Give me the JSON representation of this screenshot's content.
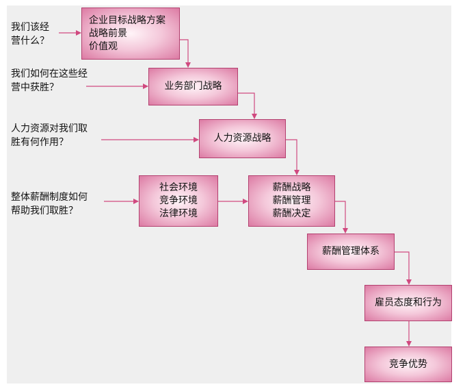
{
  "questions": {
    "q1": "我们该经\n营什么？",
    "q2": "我们如何在这些经\n营中获胜？",
    "q3": "人力资源对我们取\n胜有何作用？",
    "q4": "整体薪酬制度如何\n帮助我们取胜？"
  },
  "boxes": {
    "corporate": [
      "企业目标战略方案",
      "战略前景",
      "价值观"
    ],
    "business": "业务部门战略",
    "hr": "人力资源战略",
    "environment": [
      "社会环境",
      "竞争环境",
      "法律环境"
    ],
    "pay_strategy": [
      "薪酬战略",
      "薪酬管理",
      "薪酬决定"
    ],
    "pay_system": "薪酬管理体系",
    "employee": "雇员态度和行为",
    "advantage": "竞争优势"
  },
  "colors": {
    "arrow": "#d0497f",
    "border": "#b23f6e",
    "box_fill": "#e996b8"
  }
}
